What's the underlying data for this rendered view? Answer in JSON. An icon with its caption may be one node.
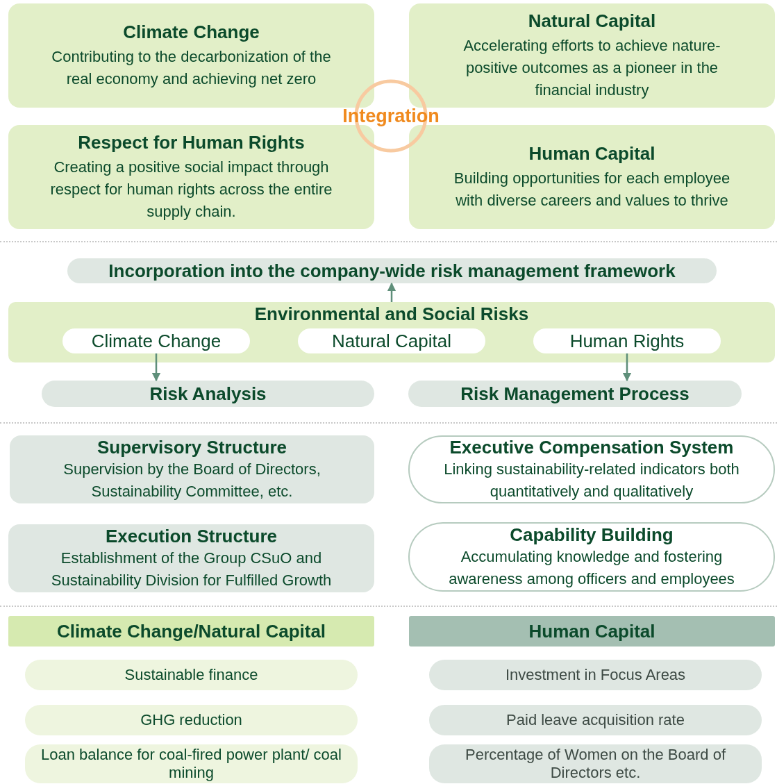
{
  "diagram": {
    "nodes": [
      {
        "text": [
          "Climate Change",
          "Contributing to the decarbonization of the real economy and achieving net zero"
        ]
      },
      {
        "text": [
          "Natural Capital",
          "Accelerating efforts to achieve nature-positive outcomes as a pioneer in the financial industry"
        ]
      },
      {
        "text": [
          "Integration"
        ]
      },
      {
        "text": [
          "Respect for Human Rights",
          "Creating a positive social impact through respect for human rights across the entire supply chain."
        ]
      },
      {
        "text": [
          "Human Capital",
          "Building opportunities for each employee with diverse careers and values to thrive"
        ]
      },
      {
        "text": [
          "Incorporation into the company-wide risk management framework"
        ]
      },
      {
        "text": [
          "Environmental and Social Risks"
        ]
      },
      {
        "text": [
          "Climate Change"
        ],
        "in": 6
      },
      {
        "text": [
          "Natural Capital"
        ],
        "in": 6
      },
      {
        "text": [
          "Human Rights"
        ],
        "in": 6
      },
      {
        "text": [
          "Risk Analysis"
        ]
      },
      {
        "text": [
          "Risk Management Process"
        ]
      },
      {
        "text": [
          "Supervisory Structure",
          "Supervision by the Board of Directors, Sustainability Committee, etc."
        ]
      },
      {
        "text": [
          "Executive Compensation System",
          "Linking sustainability-related indicators both quantitatively and qualitatively"
        ]
      },
      {
        "text": [
          "Execution Structure",
          "Establishment of the Group CSuO and Sustainability Division for Fulfilled Growth"
        ]
      },
      {
        "text": [
          "Capability Building",
          "Accumulating knowledge and fostering awareness among officers and employees"
        ]
      },
      {
        "text": [
          "Climate Change/Natural Capital"
        ]
      },
      {
        "text": [
          "Human Capital"
        ]
      },
      {
        "text": [
          "Sustainable finance"
        ]
      },
      {
        "text": [
          "Investment in Focus Areas"
        ]
      },
      {
        "text": [
          "GHG reduction"
        ]
      },
      {
        "text": [
          "Paid leave acquisition rate"
        ]
      },
      {
        "text": [
          "Loan balance for coal-fired power plant/ coal mining"
        ]
      },
      {
        "text": [
          "Percentage of Women on the Board of Directors etc."
        ]
      }
    ],
    "edges": [
      {
        "from": 6,
        "to": 5,
        "arrow": "to"
      },
      {
        "from": 7,
        "to": 10,
        "arrow": "to"
      },
      {
        "from": 9,
        "to": 11,
        "arrow": "to"
      }
    ]
  }
}
